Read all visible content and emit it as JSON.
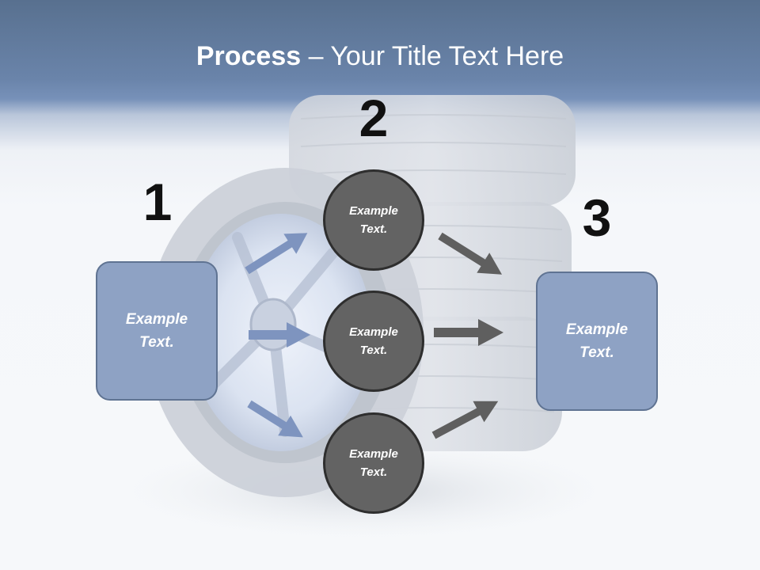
{
  "title": {
    "bold": "Process",
    "rest": " – Your Title Text Here"
  },
  "steps": [
    {
      "number": "1",
      "label": "Example Text."
    },
    {
      "number": "2",
      "labels": [
        "Example Text.",
        "Example Text.",
        "Example Text."
      ]
    },
    {
      "number": "3",
      "label": "Example Text."
    }
  ],
  "colors": {
    "header": "#6a84aa",
    "box_fill": "#8ea2c4",
    "circle_fill": "#636363",
    "blue_arrow": "#7e94bf",
    "gray_arrow": "#5f5f5f"
  }
}
